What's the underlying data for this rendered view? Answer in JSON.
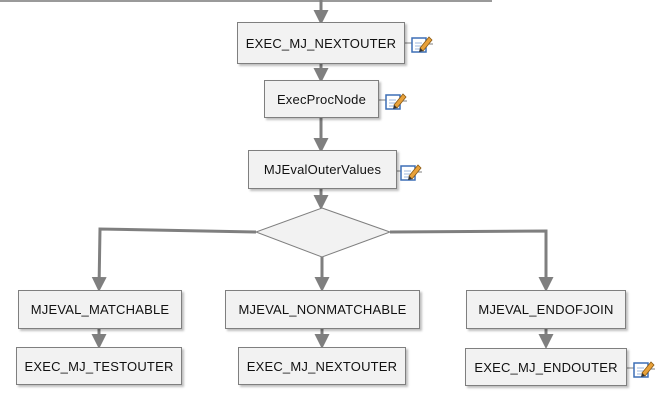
{
  "colors": {
    "connector": "#7f7f7f",
    "node_fill": "#f2f2f2",
    "node_border": "#7f7f7f",
    "edit_icon_blue": "#3d6fb5",
    "edit_icon_orange": "#e8a13a"
  },
  "nodes": {
    "exec_mj_nextouter_top": "EXEC_MJ_NEXTOUTER",
    "execprocnode": "ExecProcNode",
    "mjevalouter_values": "MJEvalOuterValues",
    "mjeval_matchable": "MJEVAL_MATCHABLE",
    "mjeval_nonmatchable": "MJEVAL_NONMATCHABLE",
    "mjeval_endofjoin": "MJEVAL_ENDOFJOIN",
    "exec_mj_testouter": "EXEC_MJ_TESTOUTER",
    "exec_mj_nextouter_bottom": "EXEC_MJ_NEXTOUTER",
    "exec_mj_endouter": "EXEC_MJ_ENDOUTER"
  },
  "icons": {
    "annotation": "edit-note-icon",
    "decision": "diamond-shape"
  }
}
